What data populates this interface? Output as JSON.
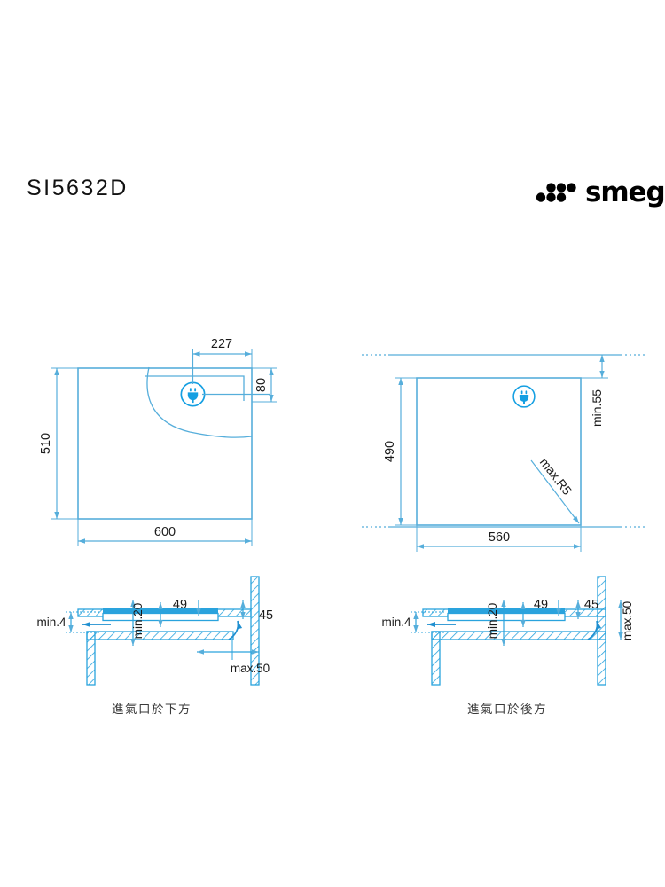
{
  "document": {
    "model_title": "SI5632D",
    "brand": {
      "name": "smeg",
      "logo_dots": "six-dot-cluster"
    },
    "line_color": "#56aedb",
    "hatch_color": "#2aa3dd",
    "accent_color": "#0e9ae0",
    "text_color": "#1a1a1a"
  },
  "figures": {
    "top_left": {
      "name": "appliance-top-view",
      "dimensions": {
        "width": "600",
        "height": "510",
        "plug_offset_x": "227",
        "plug_zone_height": "80"
      },
      "icons": {
        "plug": "plug-icon"
      }
    },
    "top_right": {
      "name": "cutout-top-view",
      "dimensions": {
        "width": "560",
        "height": "490",
        "rear_clearance": "min.55",
        "corner_radius": "max.R5"
      },
      "icons": {
        "plug": "plug-icon"
      }
    },
    "bottom_left": {
      "name": "section-air-intake-below",
      "caption": "進氣口於下方",
      "dimensions": {
        "front_gap": "min.4",
        "depth_below": "min.20",
        "panel_width": "49",
        "top_clearance": "45",
        "rear_gap": "max.50"
      }
    },
    "bottom_right": {
      "name": "section-air-intake-rear",
      "caption": "進氣口於後方",
      "dimensions": {
        "front_gap": "min.4",
        "depth_below": "min.20",
        "panel_width": "49",
        "top_clearance": "45",
        "rear_gap": "max.50"
      }
    }
  }
}
